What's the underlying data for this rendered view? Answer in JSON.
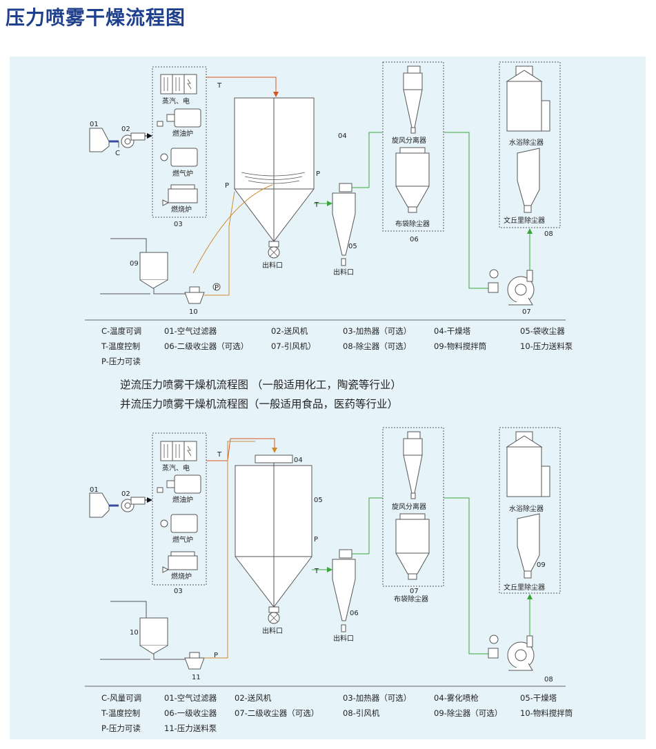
{
  "title": "压力喷雾干燥流程图",
  "colors": {
    "title": "#1e3f8c",
    "panel": "#e6f3f9",
    "line": "#555555",
    "hot_air": "#d9541e",
    "feed": "#d08a2c",
    "green": "#3aa63a"
  },
  "captions": {
    "counter": "逆流压力喷雾干燥机流程图 （一般适用化工，陶瓷等行业）",
    "cocurrent": "并流压力喷雾干燥机流程图（一般适用食品，医药等行业）"
  },
  "diagram1": {
    "labels": {
      "n01": "01",
      "n02": "02",
      "C": "C",
      "n03": "03",
      "n04": "04",
      "n05": "05",
      "n06": "06",
      "n07": "07",
      "n08": "08",
      "n09": "09",
      "n10": "10",
      "T_top": "T",
      "T_mid": "T",
      "P_left": "P",
      "P_right": "P",
      "P_pump": "P",
      "steam": "蒸汽、电",
      "oil": "燃油炉",
      "gas": "燃气炉",
      "coal": "燃烧炉",
      "outlet_tower": "出料口",
      "outlet_cyc": "出料口",
      "cyclone": "旋风分离器",
      "bag": "布袋除尘器",
      "water": "水浴除尘器",
      "venturi": "文丘里除尘器"
    },
    "legend": [
      [
        "C-温度可调",
        "01-空气过滤器",
        "02-送风机",
        "03-加热器（可选）",
        "04-干燥塔",
        "05-袋收尘器"
      ],
      [
        "T-温度控制",
        "06-二级收尘器（可选）",
        "07-引风机）",
        "08-除尘器（可选）",
        "09-物料搅拌筒",
        "10-压力送料泵"
      ],
      [
        "P-压力可读",
        "",
        "",
        "",
        "",
        ""
      ]
    ]
  },
  "diagram2": {
    "labels": {
      "n01": "01",
      "n02": "02",
      "n03": "03",
      "n04": "04",
      "n05": "05",
      "n06": "06",
      "n07": "07",
      "n08": "08",
      "n09": "09",
      "n10": "10",
      "n11": "11",
      "T_top": "T",
      "T_mid": "T",
      "P_right": "P",
      "P_pump": "P",
      "steam": "蒸汽、电",
      "oil": "燃油炉",
      "gas": "燃气炉",
      "coal": "燃烧炉",
      "outlet_tower": "出料口",
      "outlet_cyc": "出料口",
      "cyclone": "旋风分离器",
      "bag": "布袋除尘器",
      "water": "水浴除尘器",
      "venturi": "文丘里除尘器"
    },
    "legend": [
      [
        "C-风量可调",
        "01-空气过滤器",
        "02-送风机",
        "03-加热器（可选）",
        "04-雾化喷枪",
        "05-干燥塔"
      ],
      [
        "T-温度控制",
        "06-一级收尘器",
        "07-二级收尘器（可选）",
        "08-引风机",
        "09-除尘器（可选）",
        "10-物料搅拌筒"
      ],
      [
        "P-压力可读",
        "11-压力送料泵",
        "",
        "",
        "",
        ""
      ]
    ]
  }
}
